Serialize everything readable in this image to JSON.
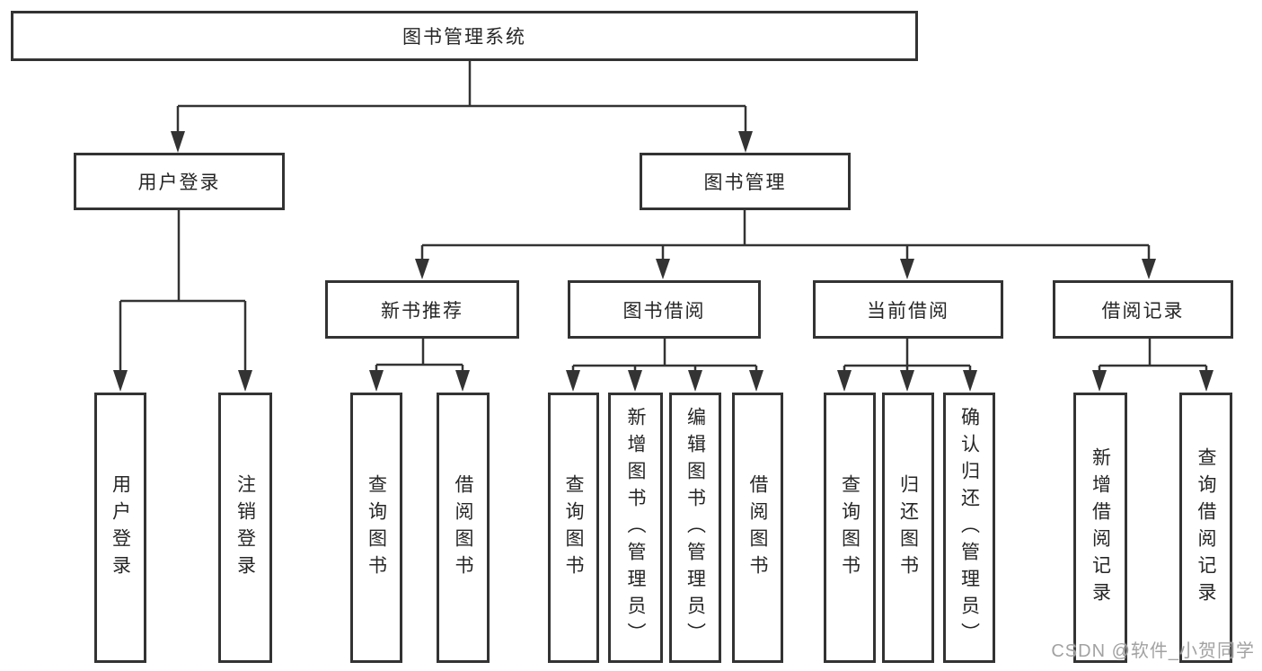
{
  "diagram": {
    "root": {
      "label": "图书管理系统"
    },
    "level2": [
      {
        "id": "user-login",
        "label": "用户登录",
        "children": [
          "用户登录",
          "注销登录"
        ]
      },
      {
        "id": "book-management",
        "label": "图书管理"
      }
    ],
    "level3": [
      {
        "id": "new-book-recommendation",
        "label": "新书推荐",
        "children": [
          "查询图书",
          "借阅图书"
        ]
      },
      {
        "id": "book-borrowing",
        "label": "图书借阅",
        "children": [
          "查询图书",
          "新增图书（管理员）",
          "编辑图书（管理员）",
          "借阅图书"
        ]
      },
      {
        "id": "current-borrowing",
        "label": "当前借阅",
        "children": [
          "查询图书",
          "归还图书",
          "确认归还（管理员）"
        ]
      },
      {
        "id": "borrowing-records",
        "label": "借阅记录",
        "children": [
          "新增借阅记录",
          "查询借阅记录"
        ]
      }
    ]
  },
  "watermark": {
    "text": "CSDN @软件_小贺同学"
  },
  "colors": {
    "line": "#333333",
    "text": "#262626",
    "background": "#ffffff",
    "watermark": "#a2a2a2"
  }
}
